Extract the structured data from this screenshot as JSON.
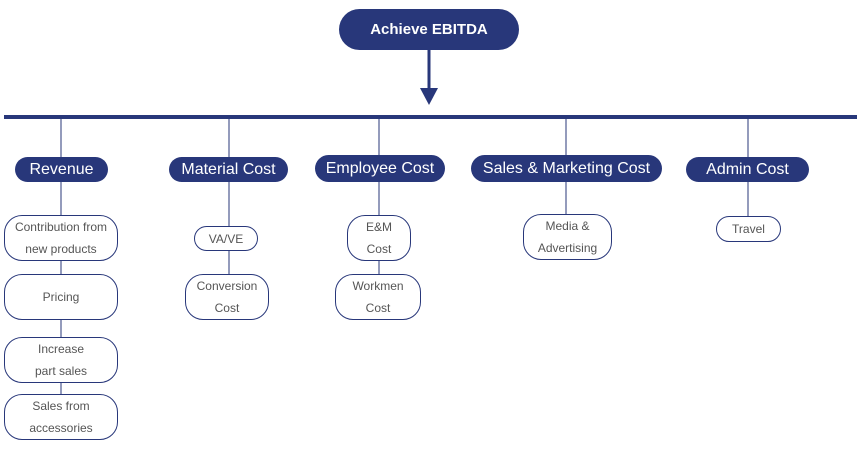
{
  "root": {
    "label": "Achieve EBITDA"
  },
  "categories": [
    {
      "label": "Revenue"
    },
    {
      "label": "Material Cost"
    },
    {
      "label": "Employee Cost"
    },
    {
      "label": "Sales & Marketing Cost"
    },
    {
      "label": "Admin Cost"
    }
  ],
  "leaves": {
    "revenue": [
      {
        "line1": "Contribution from",
        "line2": "new products"
      },
      {
        "line1": "Pricing",
        "line2": ""
      },
      {
        "line1": "Increase",
        "line2": "part sales"
      },
      {
        "line1": "Sales from",
        "line2": "accessories"
      }
    ],
    "material": [
      {
        "line1": "VA/VE",
        "line2": ""
      },
      {
        "line1": "Conversion",
        "line2": "Cost"
      }
    ],
    "employee": [
      {
        "line1": "E&M",
        "line2": "Cost"
      },
      {
        "line1": "Workmen",
        "line2": "Cost"
      }
    ],
    "sales": [
      {
        "line1": "Media &",
        "line2": "Advertising"
      }
    ],
    "admin": [
      {
        "line1": "Travel",
        "line2": ""
      }
    ]
  },
  "colors": {
    "primary": "#28377a",
    "leaf_text": "#555555"
  }
}
